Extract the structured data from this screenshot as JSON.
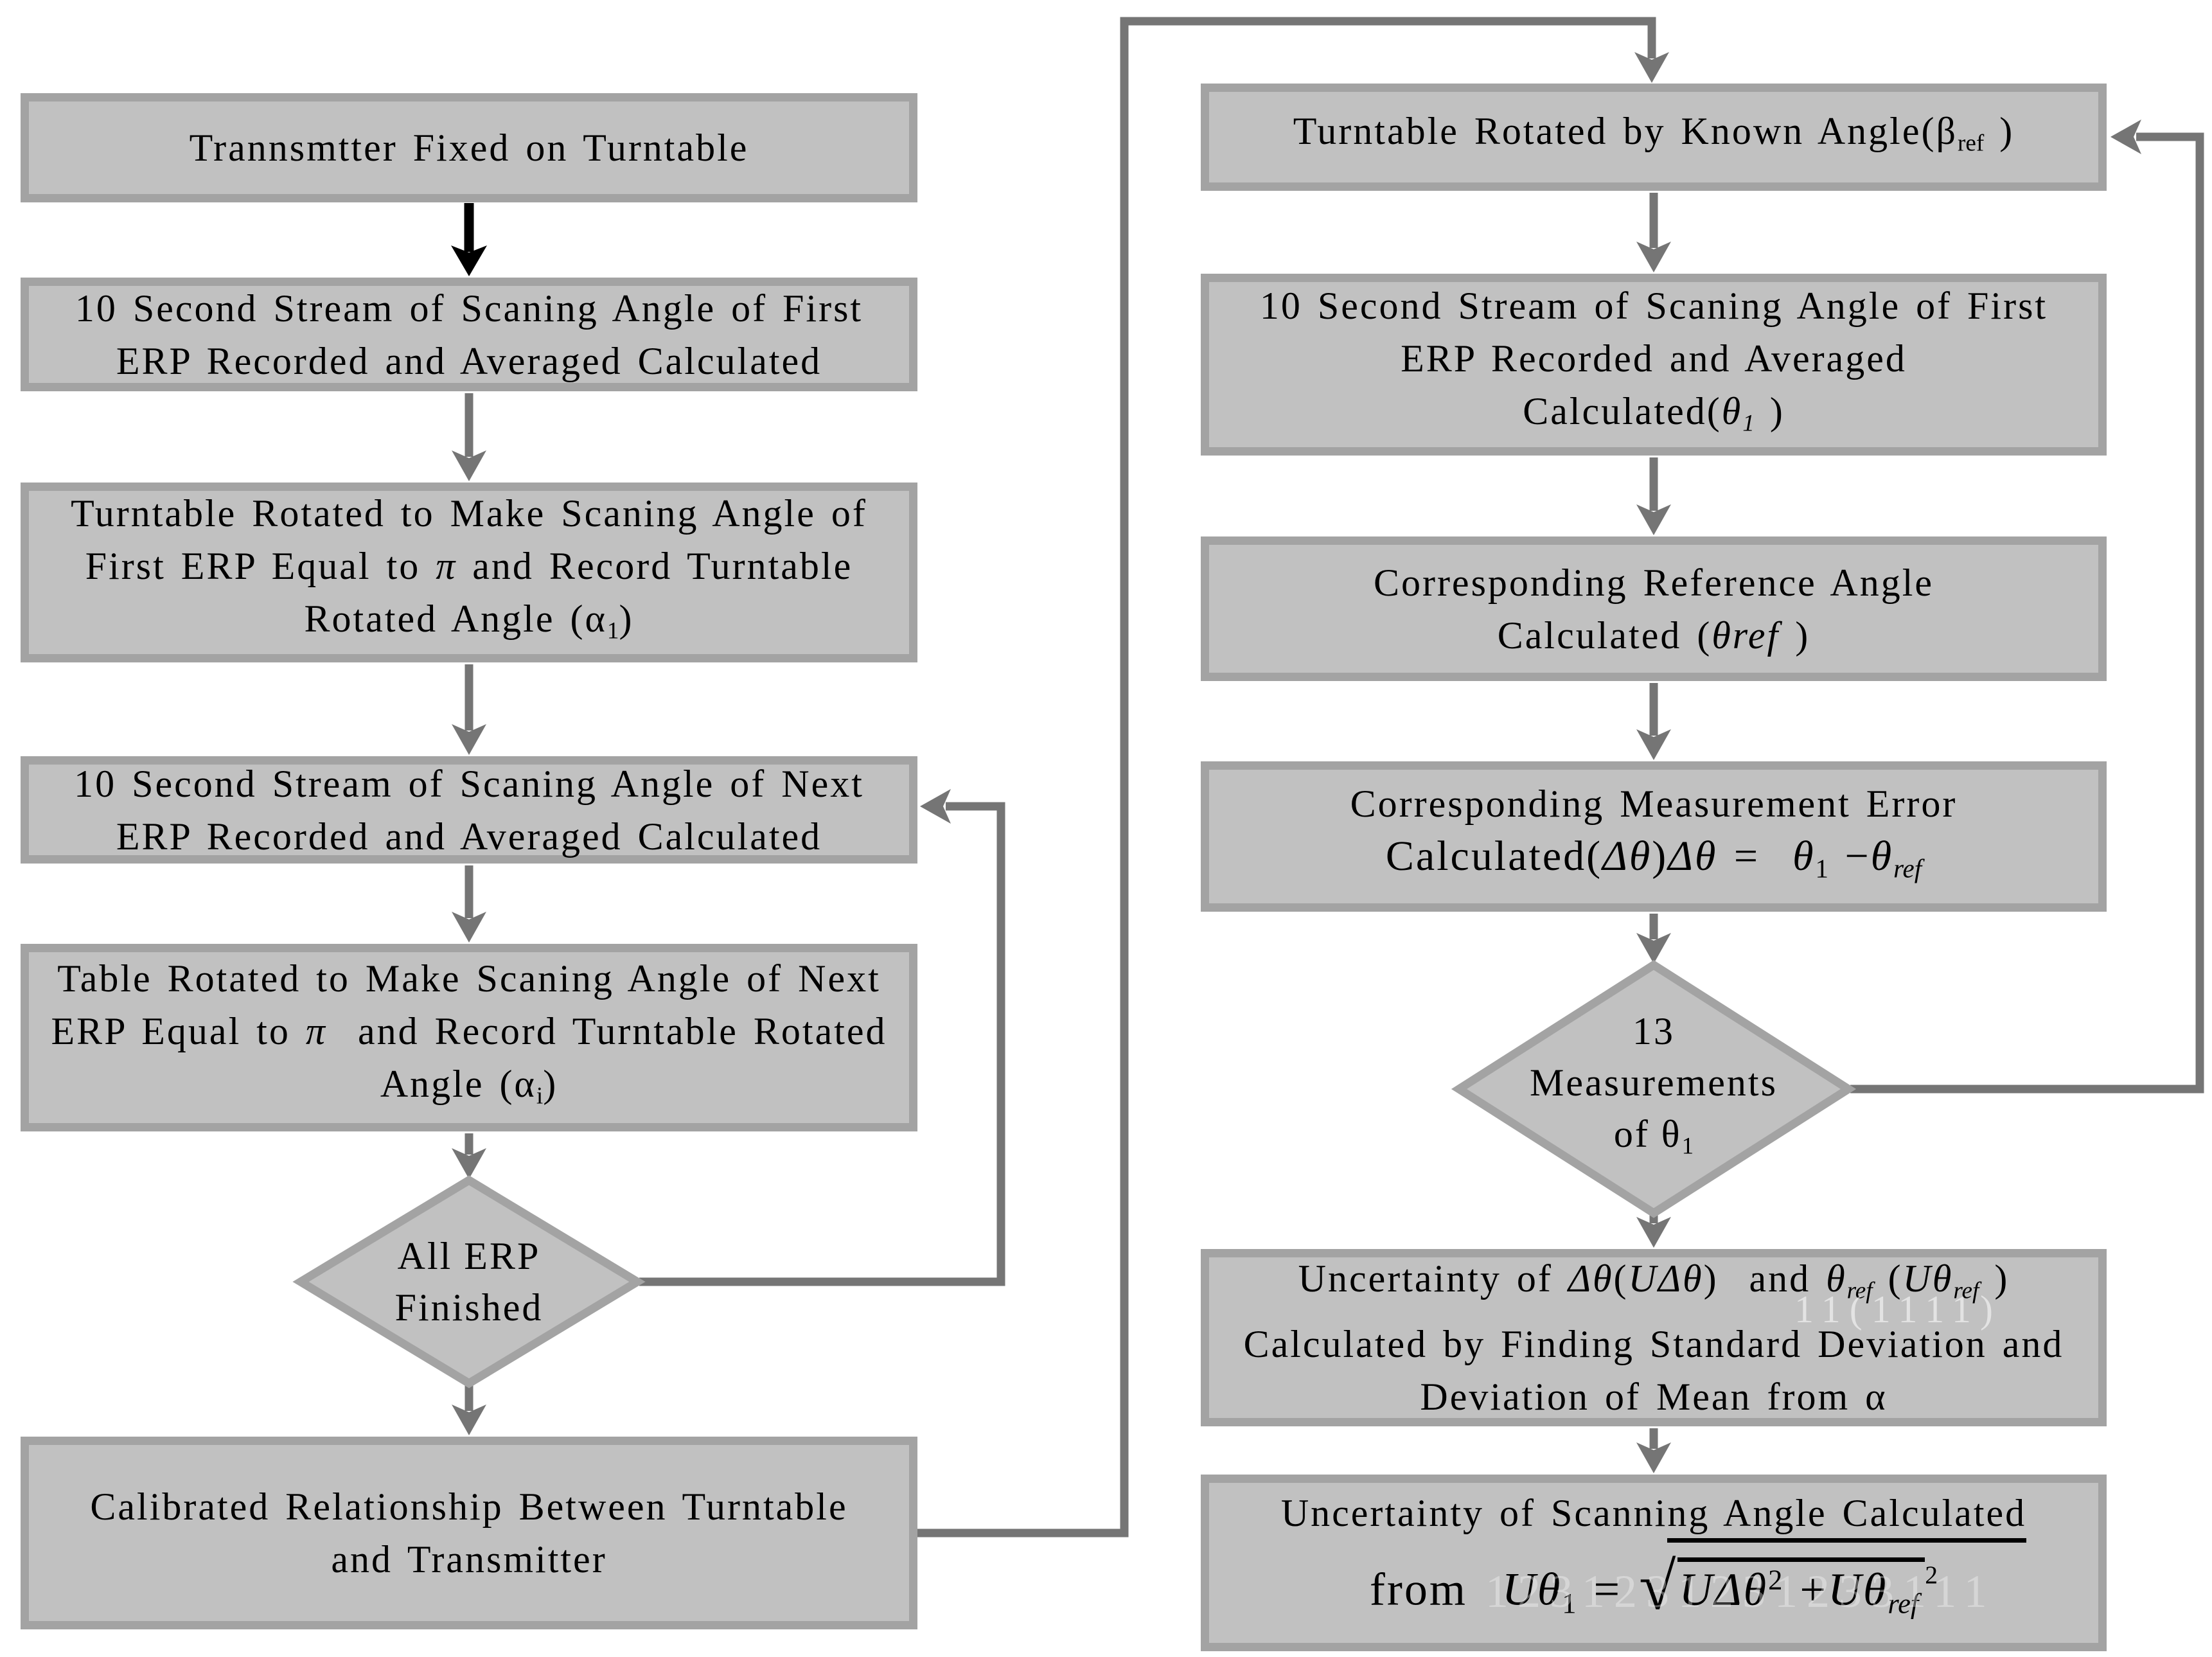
{
  "colors": {
    "box_fill": "#c1c1c1",
    "box_border": "#a3a3a3",
    "connector": "#757575",
    "arrow_black": "#000000",
    "text": "#000000",
    "bg": "#ffffff"
  },
  "left": {
    "box1": {
      "l1": "Trannsmtter Fixed on Turntable"
    },
    "box2": {
      "l1": "10 Second Stream of Scaning Angle of First",
      "l2": "ERP Recorded and Averaged Calculated"
    },
    "box3": {
      "l1": "Turntable Rotated to Make Scaning Angle of",
      "l2": "First ERP Equal to <i>π</i> and Record Turntable",
      "l3": "Rotated Angle (α<sub>1</sub>)"
    },
    "box4": {
      "l1": "10 Second Stream of Scaning Angle of Next",
      "l2": "ERP Recorded and Averaged Calculated"
    },
    "box5": {
      "l1": "Table Rotated to Make Scaning Angle of Next",
      "l2": "ERP Equal to <i>π</i>&nbsp; and Record Turntable Rotated",
      "l3": "Angle (α<sub>i</sub>)"
    },
    "diamond": {
      "l1": "All ERP",
      "l2": "Finished"
    },
    "box6": {
      "l1": "Calibrated Relationship Between Turntable",
      "l2": "and Transmitter"
    }
  },
  "right": {
    "box1": {
      "l1": "Turntable Rotated by Known Angle(β<sub>ref</sub> )"
    },
    "box2": {
      "l1": "10 Second Stream of Scaning Angle of First",
      "l2": "ERP Recorded and Averaged",
      "l3": "Calculated(<i>θ<sub>1</sub></i> )"
    },
    "box3": {
      "l1": "Corresponding Reference Angle",
      "l2": "Calculated (<i>θref</i> )"
    },
    "box4": {
      "l1": "Corresponding Measurement Error",
      "l2": "Calculated(<i>Δθ</i>)<i>Δθ</i> =&nbsp; <i>θ</i><sub>1</sub> −<i>θ<sub>ref</sub></i>"
    },
    "diamond": {
      "l1": "13",
      "l2": "Measurements",
      "l3": "of θ<sub>1</sub>"
    },
    "box5": {
      "l1": "Uncertainty of <i>Δθ</i>(<i>UΔθ</i>)&nbsp; and <i>θ<sub>ref</sub></i> (<i>Uθ<sub>ref</sub></i> )",
      "l2": "Calculated by Finding Standard Deviation and",
      "l3": "Deviation of Mean from α",
      "ghost": "11(1111)"
    },
    "box6": {
      "l1": "Uncertainty of Scanni<span class='ul'>ng Angle Calculated</span>",
      "l2": "from&nbsp; <i>Uθ</i><sub>1</sub> = <span class='rad'>√</span><span class='vinc'><i>UΔθ</i><sup>2</sup> +<i>Uθ</i><sub><i>ref</i></sub></span><sup class='sup2'>2</sup>",
      "ghost": "1231231231233111"
    }
  }
}
